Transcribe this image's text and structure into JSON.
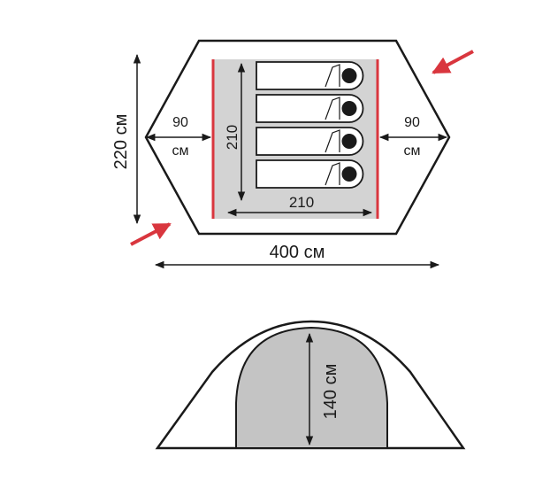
{
  "top_view": {
    "width_label": "400 см",
    "depth_label": "220 см",
    "vestibule_left": {
      "value": "90",
      "unit": "см"
    },
    "vestibule_right": {
      "value": "90",
      "unit": "см"
    },
    "inner_length_label": "210",
    "inner_width_label": "210",
    "sleeping_places": 4,
    "colors": {
      "inner_tent": "#d3d3d3",
      "inner_walls": "#d9363e",
      "arrows": "#d9363e",
      "outline": "#1a1a1a"
    }
  },
  "side_view": {
    "height_label": "140 см",
    "colors": {
      "door": "#c4c4c4",
      "outline": "#1a1a1a"
    }
  }
}
